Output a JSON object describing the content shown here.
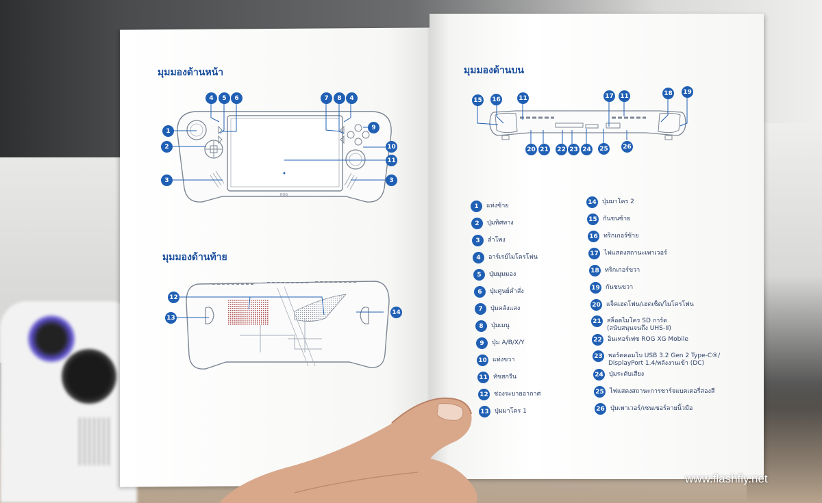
{
  "left_page": {
    "front_heading": "มุมมองด้านหน้า",
    "rear_heading": "มุมมองด้านท้าย",
    "front_labels": [
      "1",
      "2",
      "3",
      "4",
      "5",
      "6",
      "7",
      "8",
      "4",
      "9",
      "10",
      "11",
      "3"
    ],
    "rear_labels": [
      "12",
      "13",
      "14"
    ],
    "screen_brand": "ROG"
  },
  "right_page": {
    "top_heading": "มุมมองด้านบน",
    "top_labels": [
      "15",
      "16",
      "11",
      "17",
      "11",
      "18",
      "19",
      "20",
      "21",
      "22",
      "23",
      "24",
      "25",
      "26"
    ],
    "legend_left": [
      {
        "num": "1",
        "text": "แท่งซ้าย"
      },
      {
        "num": "2",
        "text": "ปุ่มทิศทาง"
      },
      {
        "num": "3",
        "text": "ลำโพง"
      },
      {
        "num": "4",
        "text": "อาร์เรย์ไมโครโฟน"
      },
      {
        "num": "5",
        "text": "ปุ่มมุมมอง"
      },
      {
        "num": "6",
        "text": "ปุ่มศูนย์คำสั่ง"
      },
      {
        "num": "7",
        "text": "ปุ่มคลังแสง"
      },
      {
        "num": "8",
        "text": "ปุ่มเมนู"
      },
      {
        "num": "9",
        "text": "ปุ่ม A/B/X/Y"
      },
      {
        "num": "10",
        "text": "แท่งขวา"
      },
      {
        "num": "11",
        "text": "ทัชสกรีน"
      },
      {
        "num": "12",
        "text": "ช่องระบายอากาศ"
      },
      {
        "num": "13",
        "text": "ปุ่มมาโคร 1"
      }
    ],
    "legend_right": [
      {
        "num": "14",
        "text": "ปุ่มมาโคร 2"
      },
      {
        "num": "15",
        "text": "กันชนซ้าย"
      },
      {
        "num": "16",
        "text": "ทริกเกอร์ซ้าย"
      },
      {
        "num": "17",
        "text": "ไฟแสดงสถานะเพาเวอร์"
      },
      {
        "num": "18",
        "text": "ทริกเกอร์ขวา"
      },
      {
        "num": "19",
        "text": "กันชนขวา"
      },
      {
        "num": "20",
        "text": "แจ็คเฮดโฟน/เฮดเซ็ต/ไมโครโฟน"
      },
      {
        "num": "21",
        "text": "สล็อตไมโคร SD การ์ด",
        "text2": "(สนับสนุนจนถึง UHS-II)"
      },
      {
        "num": "22",
        "text": "อินเทอร์เฟซ ROG XG Mobile"
      },
      {
        "num": "23",
        "text": "พอร์ตคอมโบ USB 3.2 Gen 2 Type-C®/",
        "text2": "DisplayPort 1.4/พลังงานเข้า (DC)"
      },
      {
        "num": "24",
        "text": "ปุ่มระดับเสียง"
      },
      {
        "num": "25",
        "text": "ไฟแสดงสถานะการชาร์จแบตเตอรี่สองสี"
      },
      {
        "num": "26",
        "text": "ปุ่มเพาเวอร์/เซนเซอร์ลายนิ้วมือ"
      }
    ]
  },
  "watermark": "www.flashfly.net",
  "colors": {
    "badge": "#1f5fb4",
    "heading": "#1a4e9c",
    "legend_text": "#2b3f66"
  }
}
